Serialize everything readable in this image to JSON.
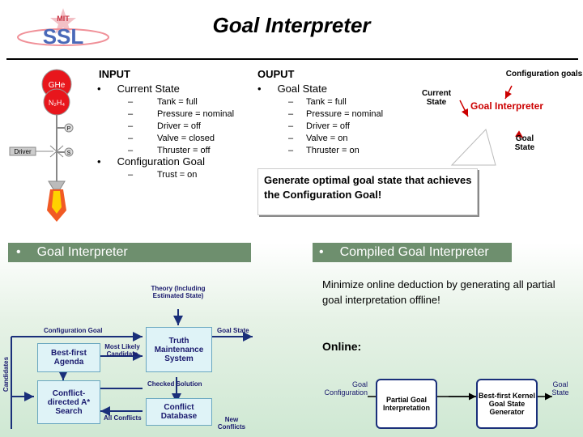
{
  "title": "Goal Interpreter",
  "logo": {
    "text": "MIT SSL",
    "name": "mit-ssl-logo"
  },
  "input": {
    "heading": "INPUT",
    "current_state_label": "Current State",
    "current_state_items": [
      "Tank = full",
      "Pressure = nominal",
      "Driver = off",
      "Valve = closed",
      "Thruster = off"
    ],
    "config_label": "Configuration Goal",
    "config_items": [
      "Trust = on"
    ]
  },
  "output": {
    "heading": "OUPUT",
    "goal_state_label": "Goal State",
    "goal_state_items": [
      "Tank = full",
      "Pressure = nominal",
      "Driver = off",
      "Valve = on",
      "Thruster = on"
    ]
  },
  "rocket": {
    "ghe": "GHe",
    "n2h4": "N₂H₄",
    "p": "P",
    "s": "S",
    "driver": "Driver"
  },
  "interp_diagram": {
    "current_state": "Current State",
    "configuration_goals": "Configuration goals",
    "goal_interpreter": "Goal Interpreter",
    "goal_state": "Goal State"
  },
  "callout": "Generate optimal goal state that achieves the Configuration Goal!",
  "section_left": "Goal Interpreter",
  "section_right": "Compiled Goal Interpreter",
  "compiled_text": "Minimize online deduction by generating all partial goal interpretation offline!",
  "online_label": "Online:",
  "arch": {
    "theory": "Theory (Including Estimated State)",
    "config_goal": "Configuration Goal",
    "goal_state": "Goal State",
    "tms": "Truth Maintenance System",
    "agenda": "Best-first Agenda",
    "most_likely": "Most Likely Candidate",
    "checked": "Checked Solution",
    "conflict_astar": "Conflict-directed A* Search",
    "conflict_db": "Conflict Database",
    "all_conflicts": "All Conflicts",
    "new_conflicts": "New Conflicts",
    "candidates": "Candidates"
  },
  "flow": {
    "goal_config": "Goal Configuration",
    "partial": "Partial Goal Interpretation",
    "kernel": "Best-first Kernel Goal State Generator",
    "goal_state": "Goal State"
  },
  "colors": {
    "section_bar": "#6e8f6e",
    "rocket_red": "#e8161c",
    "navy": "#1a2f7a",
    "box_fill": "#dff3f7"
  }
}
